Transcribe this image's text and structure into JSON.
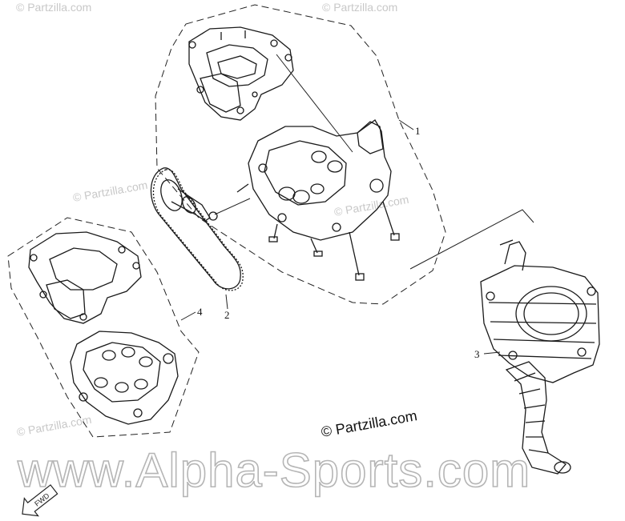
{
  "watermarks": {
    "small": "© Partzilla.com",
    "copyright": "© Partzilla.com",
    "banner": "www.Alpha-Sports.com"
  },
  "callouts": {
    "c1": "1",
    "c2": "2",
    "c3": "3",
    "c4": "4"
  },
  "fwd_label": "FWD"
}
